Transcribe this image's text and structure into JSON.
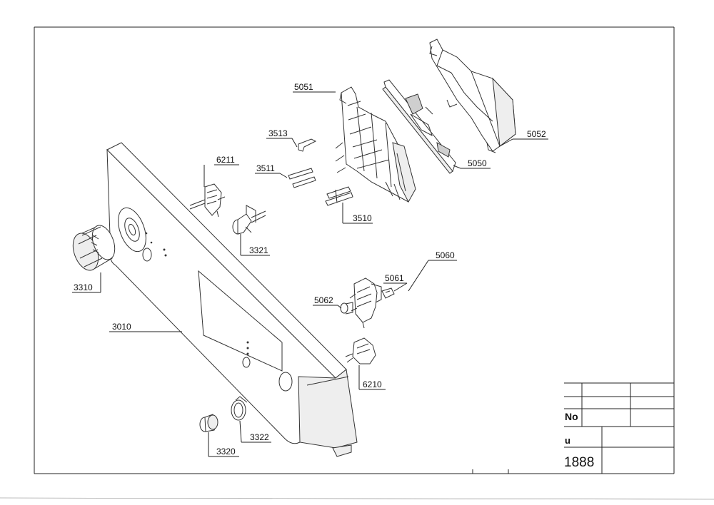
{
  "parts": {
    "p5051": "5051",
    "p5052": "5052",
    "p5050": "5050",
    "p3513": "3513",
    "p6211": "6211",
    "p3511": "3511",
    "p3510": "3510",
    "p3321": "3321",
    "p3310": "3310",
    "p3010": "3010",
    "p5060": "5060",
    "p5061": "5061",
    "p5062": "5062",
    "p6210": "6210",
    "p3322": "3322",
    "p3320": "3320"
  },
  "title_block": {
    "no_label": "No",
    "partial_label": "u",
    "drawing_number": "1888"
  }
}
